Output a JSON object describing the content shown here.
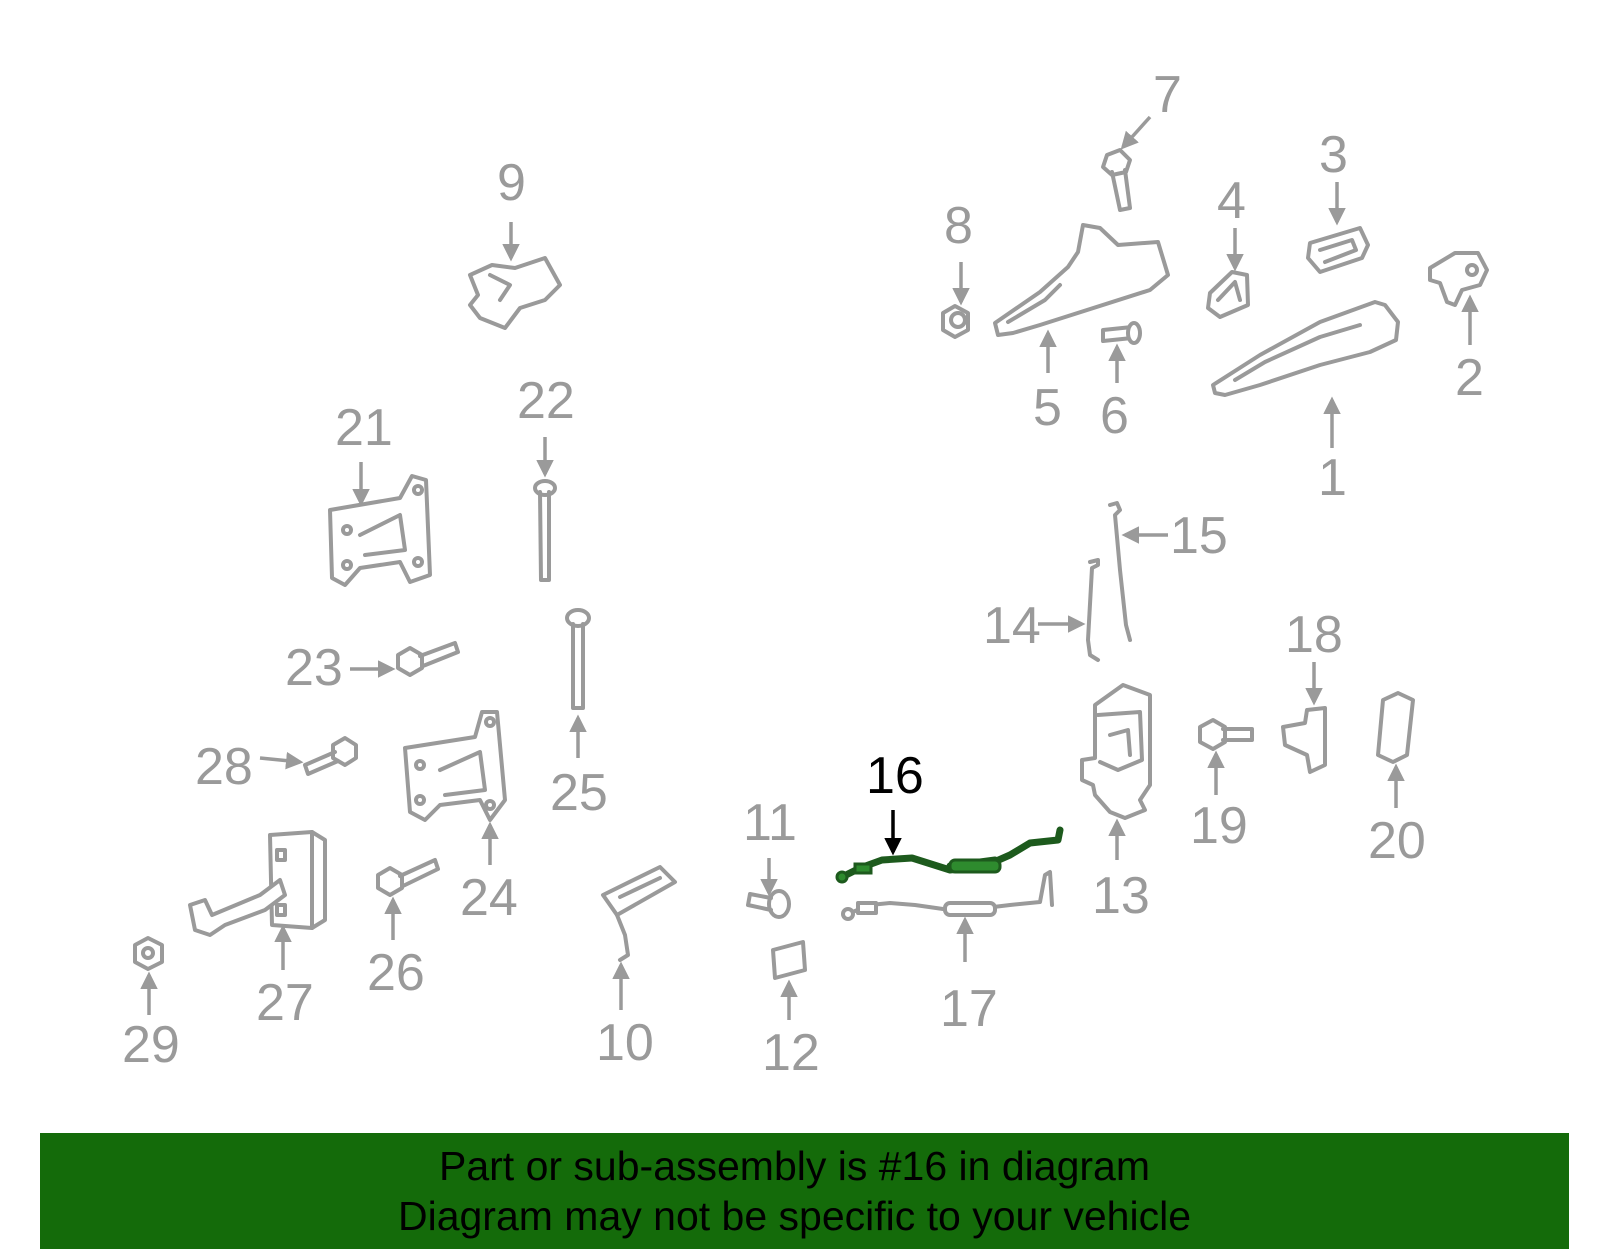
{
  "diagram": {
    "highlighted_part": "16",
    "callouts": [
      "1",
      "2",
      "3",
      "4",
      "5",
      "6",
      "7",
      "8",
      "9",
      "10",
      "11",
      "12",
      "13",
      "14",
      "15",
      "16",
      "17",
      "18",
      "19",
      "20",
      "21",
      "22",
      "23",
      "24",
      "25",
      "26",
      "27",
      "28",
      "29"
    ]
  },
  "banner": {
    "line1": "Part or sub-assembly is #16 in diagram",
    "line2": "Diagram may not be specific to your vehicle",
    "background_color": "#146b0a"
  },
  "colors": {
    "part_outline": "#9a9a9a",
    "highlight_part": "#2e8b2e",
    "highlight_label": "#000000"
  }
}
